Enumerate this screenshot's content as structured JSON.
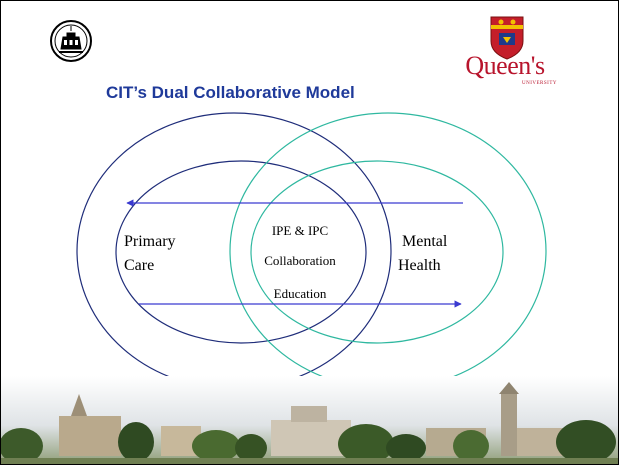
{
  "slide": {
    "title": "CIT’s Dual Collaborative Model",
    "logo_right_text": "Queen's",
    "logo_right_subtext": "UNIVERSITY"
  },
  "diagram": {
    "left_circle_label_line1": "Primary",
    "left_circle_label_line2": "Care",
    "right_circle_label_line1": "Mental",
    "right_circle_label_line2": "Health",
    "overlap_line1": "IPE & IPC",
    "overlap_line2": "Collaboration",
    "overlap_line3": "Education",
    "colors": {
      "left_rings": "#1f2d7a",
      "right_rings": "#2fb8a0",
      "arrows": "#3a3ad0",
      "title": "#1f3a9a"
    }
  }
}
